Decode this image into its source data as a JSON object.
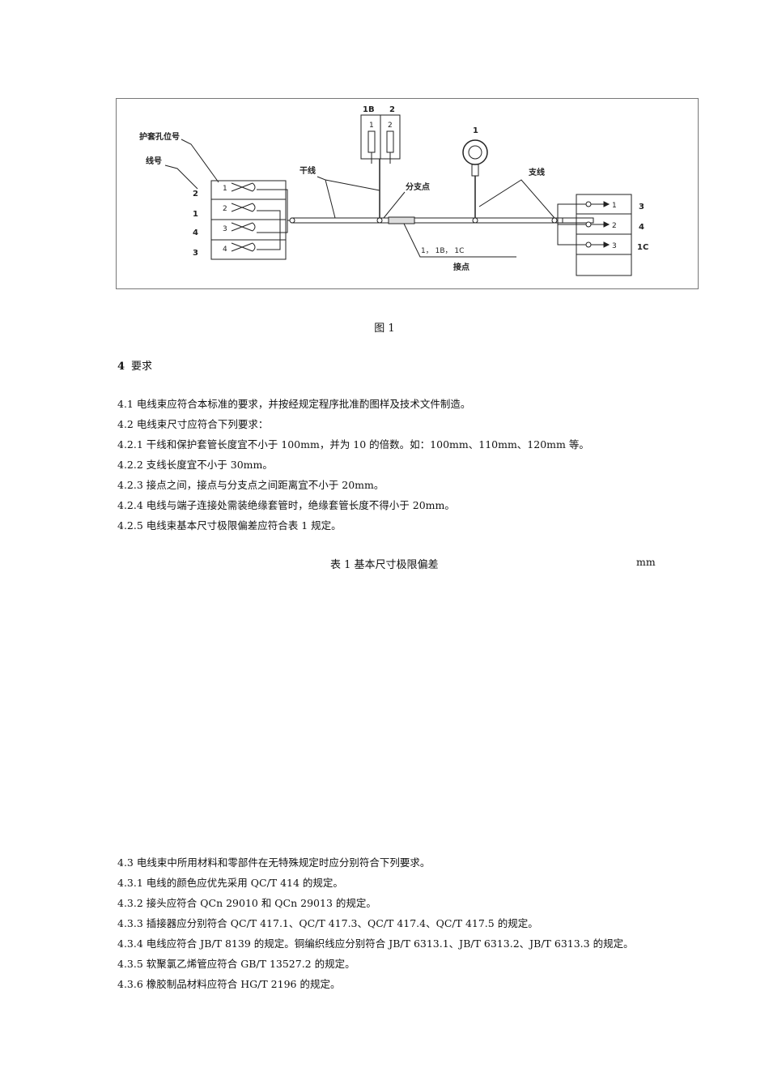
{
  "figure": {
    "labels": {
      "sheath_hole": "护套孔位号",
      "wire_no": "线号",
      "trunk": "干线",
      "branch_point": "分支点",
      "branch": "支线",
      "splice": "接点",
      "splice_ids": "1， 1B， 1C",
      "top_conn_1B": "1B",
      "top_conn_2": "2",
      "ring_1": "1",
      "left_wire_nums": [
        "2",
        "1",
        "4",
        "3"
      ],
      "left_pin_nums": [
        "1",
        "2",
        "3",
        "4"
      ],
      "right_pin_nums": [
        "1",
        "2",
        "3"
      ],
      "right_wire_nums": [
        "3",
        "4",
        "1C"
      ],
      "top_pin_1": "1",
      "top_pin_2": "2"
    },
    "caption": "图 1"
  },
  "section": {
    "number": "4",
    "title": "要求"
  },
  "paragraphs": [
    "4.1  电线束应符合本标准的要求，并按经规定程序批准酌图样及技术文件制造。",
    "4.2  电线束尺寸应符合下列要求：",
    "4.2.1  干线和保护套管长度宜不小于 100mm，并为 10 的倍数。如：100mm、110mm、120mm 等。",
    "4.2.2  支线长度宜不小于 30mm。",
    "4.2.3  接点之间，接点与分支点之间距离宜不小于 20mm。",
    "4.2.4  电线与端子连接处需装绝缘套管时，绝缘套管长度不得小于 20mm。",
    "4.2.5  电线束基本尺寸极限偏差应符合表 1 规定。"
  ],
  "table": {
    "caption": "表 1  基本尺寸极限偏差",
    "unit": "mm"
  },
  "paragraphs2": [
    "4.3  电线束中所用材料和零部件在无特殊规定时应分别符合下列要求。",
    "4.3.1  电线的颜色应优先采用 QC/T 414 的规定。",
    "4.3.2  接头应符合 QCn 29010 和 QCn 29013 的规定。",
    "4.3.3  插接器应分别符合 QC/T 417.1、QC/T 417.3、QC/T 417.4、QC/T 417.5 的规定。",
    "4.3.4  电线应符合 JB/T 8139 的规定。铜编织线应分别符合 JB/T 6313.1、JB/T 6313.2、JB/T 6313.3 的规定。",
    "4.3.5  软聚氯乙烯管应符合 GB/T 13527.2 的规定。",
    "4.3.6  橡胶制品材料应符合 HG/T 2196 的规定。"
  ]
}
